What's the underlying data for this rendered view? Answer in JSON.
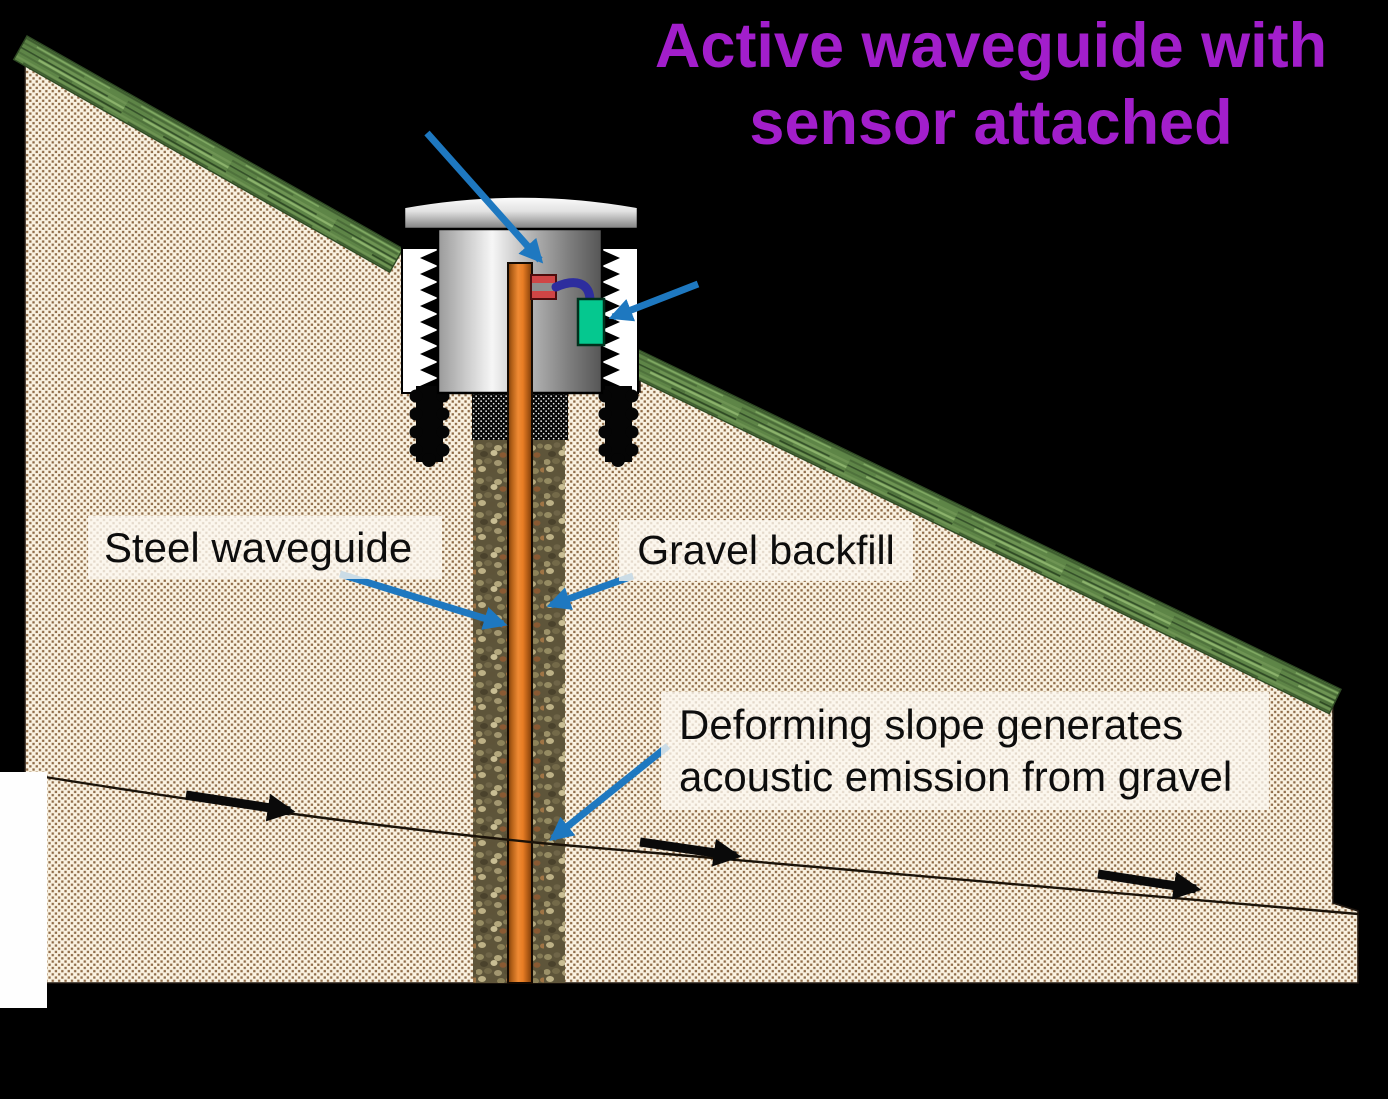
{
  "title": {
    "line1": "Active waveguide with",
    "line2": "sensor attached"
  },
  "callouts": {
    "steel_waveguide": "Steel waveguide",
    "gravel_backfill": "Gravel backfill",
    "deforming_slope_line1": "Deforming slope generates",
    "deforming_slope_line2": "acoustic emission from gravel"
  },
  "colors": {
    "title_text": "#A21ECB",
    "callout_arrow_blue": "#1E78C0",
    "movement_arrow_black": "#0a0a0a",
    "slip_surface_line": "#1a1208",
    "waveguide_rod_orange": "#E8812F",
    "sensor_transducer_red": "#D04545",
    "sensor_unit_green": "#05C88F",
    "sensor_cable_navy": "#2D2D9E",
    "soil_base_cream": "#FAF2E1",
    "soil_dot_brown": "#8F6B47",
    "grass_green": "#5E8547",
    "casing_metal_gray": "#B8B8B8",
    "background": "#000000"
  },
  "icons": {
    "callout_arrows": [
      "arrow-to-transducer",
      "arrow-to-sensor-unit",
      "arrow-to-steel-waveguide",
      "arrow-to-gravel-backfill",
      "arrow-to-slip-zone"
    ],
    "slope_movement_arrows_count": 3
  }
}
